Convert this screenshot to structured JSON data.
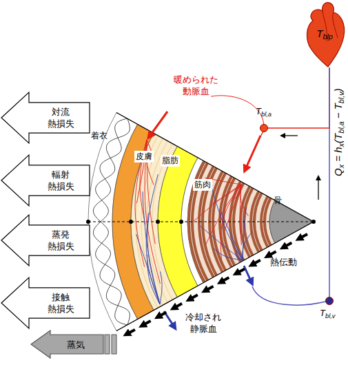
{
  "diagram": {
    "nodes": [
      {
        "text": [
          "対流 熱損失"
        ]
      },
      {
        "text": [
          "輻射 熱損失"
        ]
      },
      {
        "text": [
          "蒸発 熱損失"
        ]
      },
      {
        "text": [
          "接触 熱損失"
        ]
      },
      {
        "text": [
          "蒸気"
        ]
      },
      {
        "text": [
          "Tblp"
        ]
      },
      {
        "text": [
          "Tbl,a"
        ]
      },
      {
        "text": [
          "Tbl,v"
        ]
      }
    ],
    "edges": [
      {
        "from": 5,
        "to": 6,
        "arrow": "none"
      },
      {
        "from": 7,
        "to": 5,
        "arrow": "none"
      }
    ],
    "labels": [
      "暖められた 動脈血",
      "着衣",
      "皮膚",
      "脂肪",
      "筋肉",
      "骨",
      "熱伝動",
      "冷却され 静脈血",
      "Qx = hx(Tbl,a − Tbl,v)"
    ]
  }
}
